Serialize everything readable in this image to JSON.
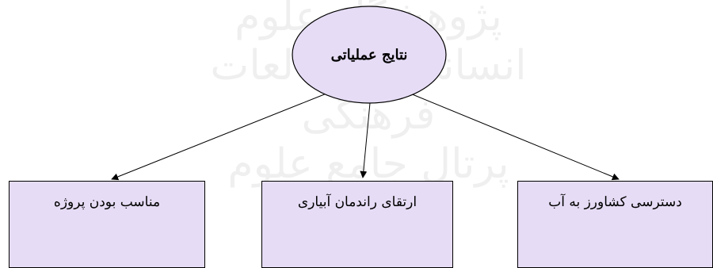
{
  "watermark": {
    "line1": "پژوهشگاه علوم انسانی و مطالعات فرهنگی",
    "line2": "پرتال جامع علوم انسانی"
  },
  "diagram": {
    "root": {
      "label": "نتایج عملیاتی"
    },
    "children": [
      {
        "label": "دسترسی کشاورز به آب"
      },
      {
        "label": "ارتقای راندمان آبیاری"
      },
      {
        "label": "مناسب بودن پروژه"
      }
    ]
  },
  "colors": {
    "node_fill": "#e6dcf5",
    "line": "#000000"
  }
}
